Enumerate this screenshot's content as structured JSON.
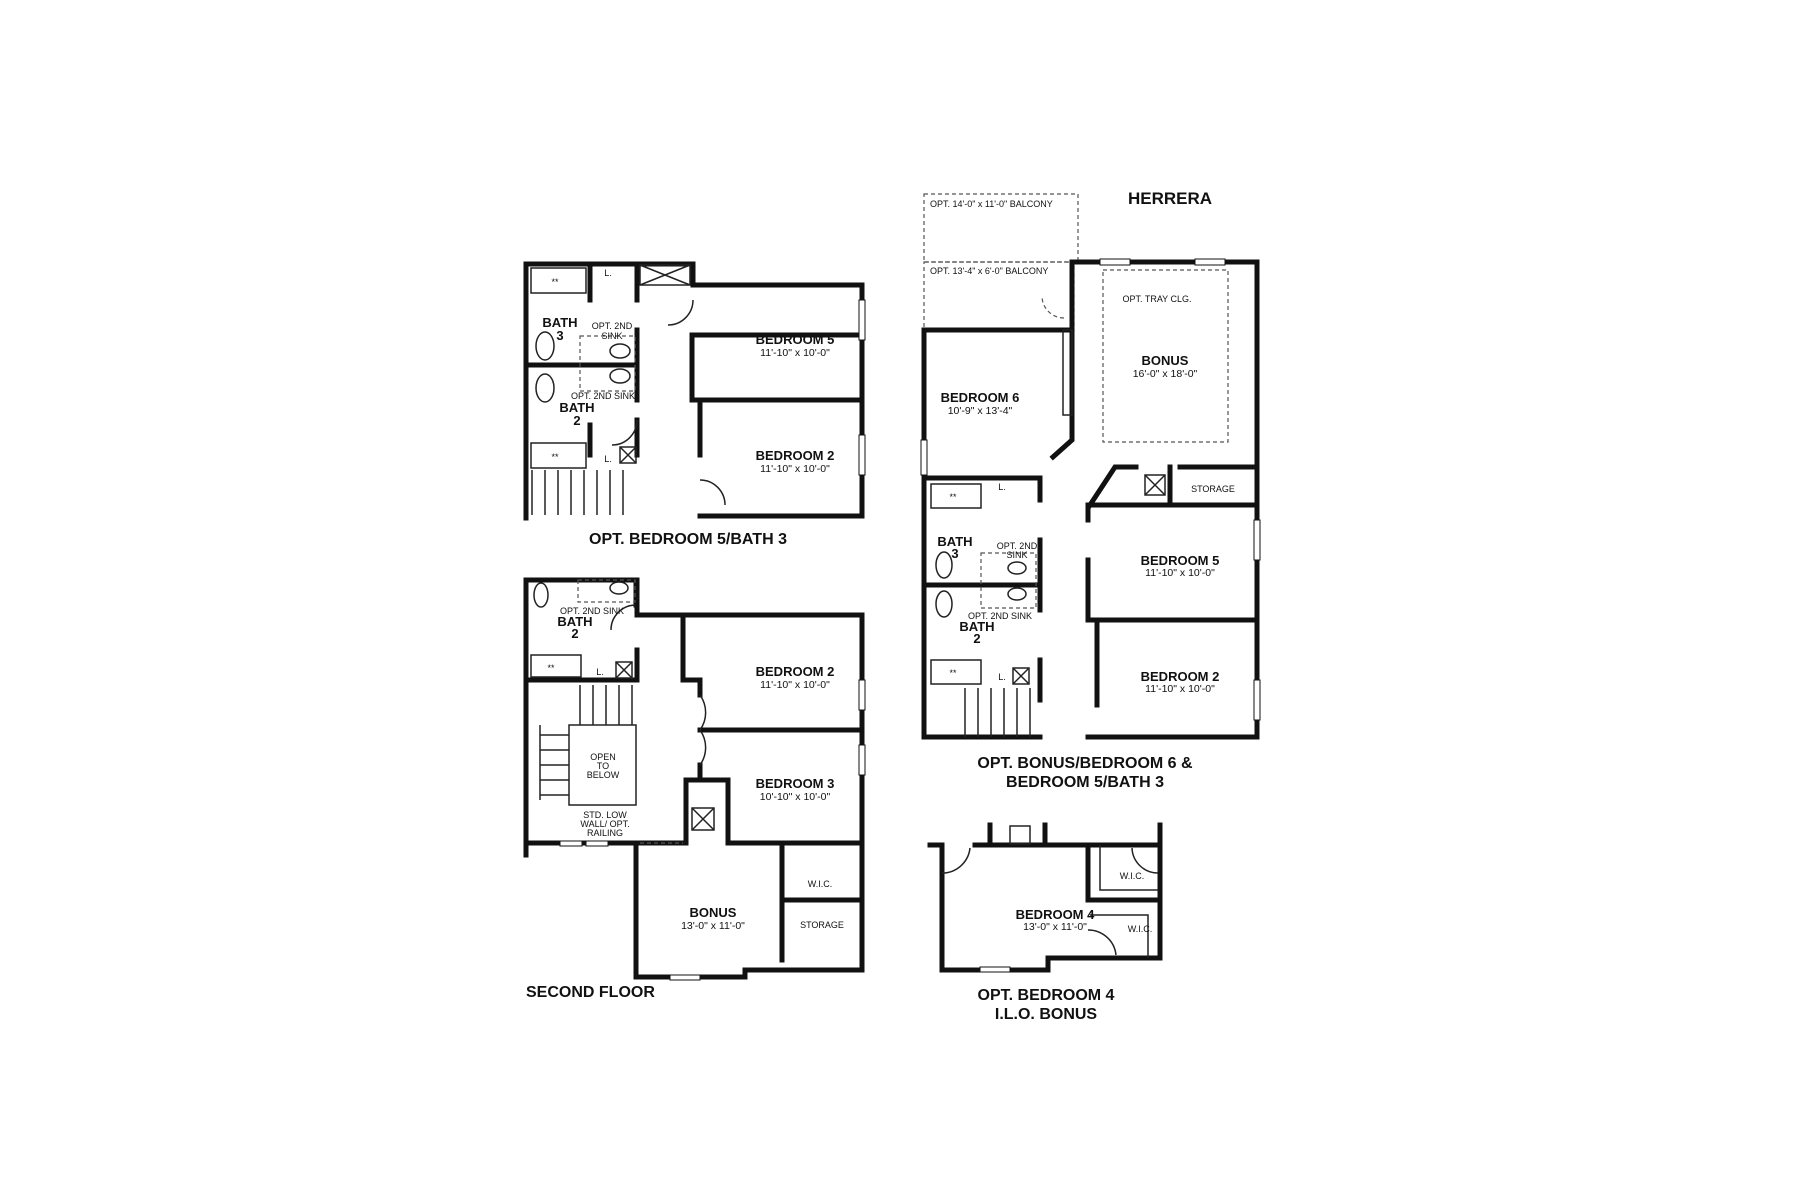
{
  "plan_name": "HERRERA",
  "plans": {
    "opt_bed5_bath3": {
      "title": "OPT. BEDROOM 5/BATH 3",
      "bath3": "BATH",
      "bath3_num": "3",
      "bath2": "BATH",
      "bath2_num": "2",
      "opt_sink_a1": "OPT. 2ND",
      "opt_sink_a2": "SINK",
      "opt_sink_b": "OPT. 2ND SINK",
      "bedroom5": {
        "name": "BEDROOM 5",
        "size": "11'-10\" x 10'-0\""
      },
      "bedroom2": {
        "name": "BEDROOM 2",
        "size": "11'-10\" x 10'-0\""
      },
      "tub_mark": "**",
      "linen": "L."
    },
    "opt_bonus_bed6": {
      "title_line1": "OPT. BONUS/BEDROOM 6 &",
      "title_line2": "BEDROOM 5/BATH 3",
      "balcony_large": "OPT. 14'-0\" x 11'-0\" BALCONY",
      "balcony_small": "OPT. 13'-4\" x 6'-0\" BALCONY",
      "tray": "OPT. TRAY CLG.",
      "bonus": {
        "name": "BONUS",
        "size": "16'-0\" x 18'-0\""
      },
      "bedroom6": {
        "name": "BEDROOM 6",
        "size": "10'-9\" x 13'-4\""
      },
      "storage": "STORAGE",
      "bath3": "BATH",
      "bath3_num": "3",
      "bath2": "BATH",
      "bath2_num": "2",
      "opt_sink_a1": "OPT. 2ND",
      "opt_sink_a2": "SINK",
      "opt_sink_b": "OPT. 2ND SINK",
      "bedroom5": {
        "name": "BEDROOM 5",
        "size": "11'-10\" x 10'-0\""
      },
      "bedroom2": {
        "name": "BEDROOM 2",
        "size": "11'-10\" x 10'-0\""
      },
      "tub_mark": "**",
      "linen": "L."
    },
    "second_floor": {
      "title": "SECOND FLOOR",
      "opt_sink": "OPT. 2ND SINK",
      "bath2": "BATH",
      "bath2_num": "2",
      "bedroom2": {
        "name": "BEDROOM 2",
        "size": "11'-10\" x 10'-0\""
      },
      "bedroom3": {
        "name": "BEDROOM 3",
        "size": "10'-10\" x 10'-0\""
      },
      "open1": "OPEN",
      "open2": "TO",
      "open3": "BELOW",
      "lowwall1": "STD. LOW",
      "lowwall2": "WALL/ OPT.",
      "lowwall3": "RAILING",
      "bonus": {
        "name": "BONUS",
        "size": "13'-0\" x 11'-0\""
      },
      "wic": "W.I.C.",
      "storage": "STORAGE",
      "tub_mark": "**",
      "linen": "L."
    },
    "opt_bedroom4": {
      "title_line1": "OPT. BEDROOM 4",
      "title_line2": "I.L.O. BONUS",
      "bedroom4": {
        "name": "BEDROOM 4",
        "size": "13'-0\" x 11'-0\""
      },
      "wic1": "W.I.C.",
      "wic2": "W.I.C."
    }
  }
}
